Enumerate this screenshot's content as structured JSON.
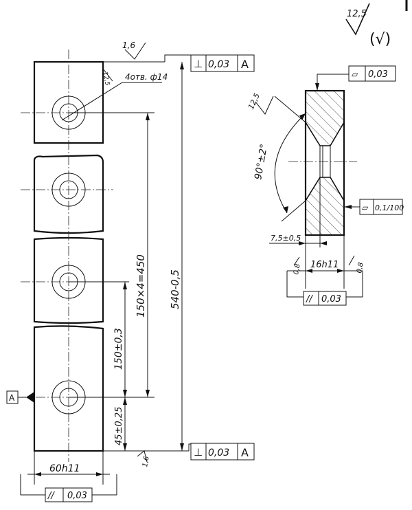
{
  "roughness": {
    "general": "12,5",
    "other": "(√)",
    "top_face": "1,6",
    "side_face": "12,5",
    "chamfer": "12,5",
    "bottom_face": "1,6"
  },
  "holes": {
    "note": "4отв. ф14"
  },
  "dimensions": {
    "pitch_total": "150×4=450",
    "total_length": "540-0,5",
    "pitch": "150±0,3",
    "edge_offset": "45±0,25",
    "width": "60h11",
    "thickness": "16h11",
    "chamfer_angle": "90°±2°",
    "chamfer_size": "7,5±0,5",
    "chamfer_left": "0,8",
    "chamfer_right": "0,8"
  },
  "tolerances": {
    "perp_top": {
      "symbol": "⊥",
      "value": "0,03",
      "datum": "A"
    },
    "perp_bottom": {
      "symbol": "⊥",
      "value": "0,03",
      "datum": "A"
    },
    "parallel_width": {
      "symbol": "//",
      "value": "0,03"
    },
    "flatness_top": {
      "symbol": "▱",
      "value": "0,03"
    },
    "flatness_side": {
      "symbol": "▱",
      "value": "0,1/100"
    },
    "parallel_thickness": {
      "symbol": "//",
      "value": "0,03"
    }
  },
  "datum": {
    "label": "A"
  }
}
